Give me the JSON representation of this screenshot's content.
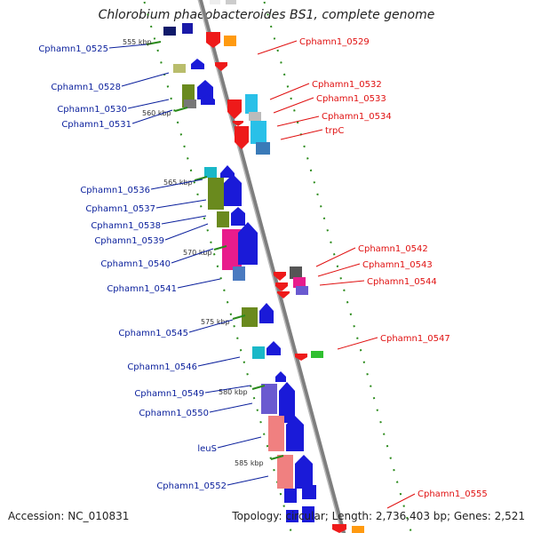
{
  "title": "Chlorobium phaeobacteroides BS1, complete genome",
  "accession": "Accession: NC_010831",
  "summary": "Topology: circular; Length: 2,736,403 bp; Genes: 2,521",
  "colors": {
    "backbone": "#8a8a8a",
    "left_label": "#0a1f9c",
    "right_label": "#e01010",
    "tick_dot": "#2a8a1a"
  },
  "scale_ticks": [
    "555 kbp",
    "560 kbp",
    "565 kbp",
    "570 kbp",
    "575 kbp",
    "580 kbp",
    "585 kbp"
  ],
  "left_genes": [
    "Cphamn1_0525",
    "Cphamn1_0528",
    "Cphamn1_0530",
    "Cphamn1_0531",
    "Cphamn1_0536",
    "Cphamn1_0537",
    "Cphamn1_0538",
    "Cphamn1_0539",
    "Cphamn1_0540",
    "Cphamn1_0541",
    "Cphamn1_0545",
    "Cphamn1_0546",
    "Cphamn1_0549",
    "Cphamn1_0550",
    "leuS",
    "Cphamn1_0552"
  ],
  "right_genes": [
    "Cphamn1_0529",
    "Cphamn1_0532",
    "Cphamn1_0533",
    "Cphamn1_0534",
    "trpC",
    "Cphamn1_0542",
    "Cphamn1_0543",
    "Cphamn1_0544",
    "Cphamn1_0547",
    "Cphamn1_0555"
  ]
}
